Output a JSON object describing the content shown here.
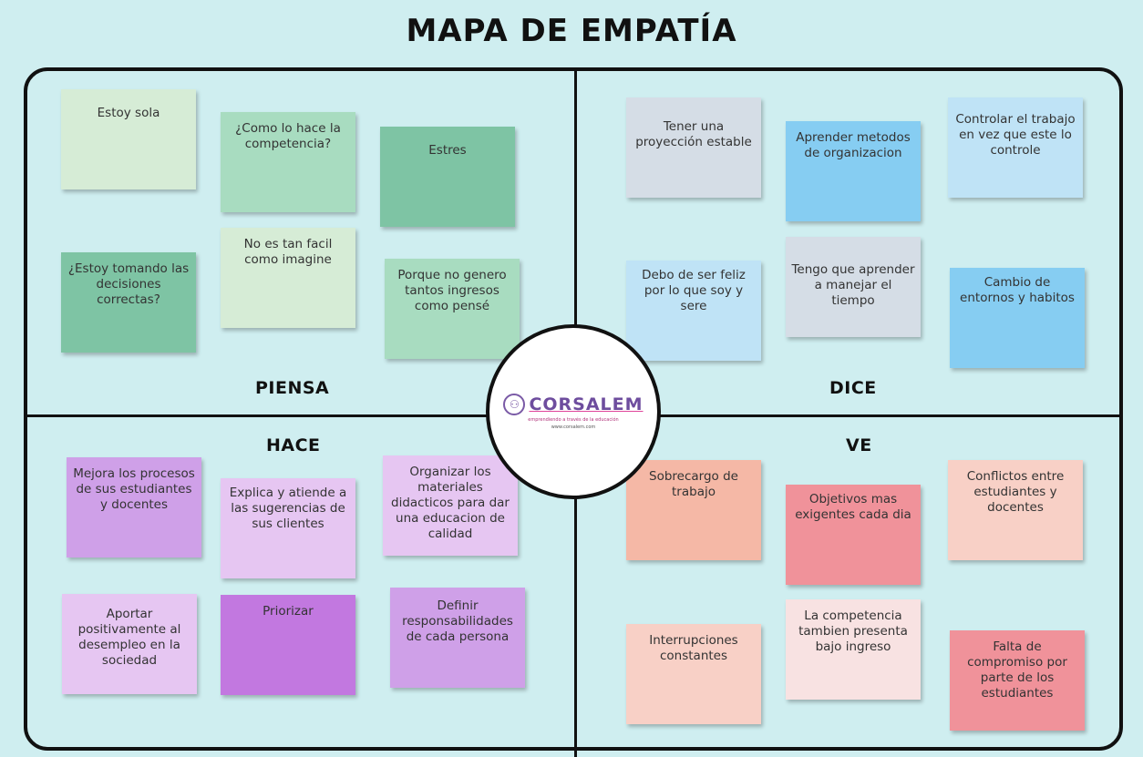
{
  "title": "MAPA DE EMPATÍA",
  "quadrants": {
    "piensa": "PIENSA",
    "dice": "DICE",
    "hace": "HACE",
    "ve": "VE"
  },
  "center": {
    "brand": "CORSALEM",
    "tagline": "emprendiendo a través de la educación",
    "url": "www.corsalem.com"
  },
  "notes": {
    "piensa": [
      "Estoy sola",
      "¿Como lo hace la competencia?",
      "Estres",
      "¿Estoy tomando las decisiones correctas?",
      "No es tan facil como imagine",
      "Porque no genero tantos ingresos como pensé"
    ],
    "dice": [
      "Tener una proyección estable",
      "Aprender metodos de organizacion",
      "Controlar el trabajo en vez que este lo controle",
      "Debo de ser feliz por lo que soy y sere",
      "Tengo que aprender a manejar el tiempo",
      "Cambio de entornos y habitos"
    ],
    "hace": [
      "Mejora los procesos de sus estudiantes y docentes",
      "Explica y atiende a las sugerencias de sus clientes",
      "Organizar los materiales didacticos para dar una educacion de calidad",
      "Aportar positivamente al desempleo en la sociedad",
      "Priorizar",
      "Definir responsabilidades de cada persona"
    ],
    "ve": [
      "Sobrecargo de trabajo",
      "Objetivos mas exigentes cada dia",
      "Conflictos entre estudiantes y docentes",
      "Interrupciones constantes",
      "La competencia tambien presenta bajo ingreso",
      "Falta de compromiso por parte de los estudiantes"
    ]
  },
  "colors": {
    "background": "#cfeef0",
    "piensa_notes": [
      "#d6ecd6",
      "#a8dcc0",
      "#7ec4a4"
    ],
    "dice_notes": [
      "#d5dde6",
      "#86cdf2",
      "#bfe3f6"
    ],
    "hace_notes": [
      "#cfa0e8",
      "#e6c6f2",
      "#c278e0"
    ],
    "ve_notes": [
      "#f5b8a6",
      "#f0929a",
      "#f8e2e2"
    ]
  }
}
